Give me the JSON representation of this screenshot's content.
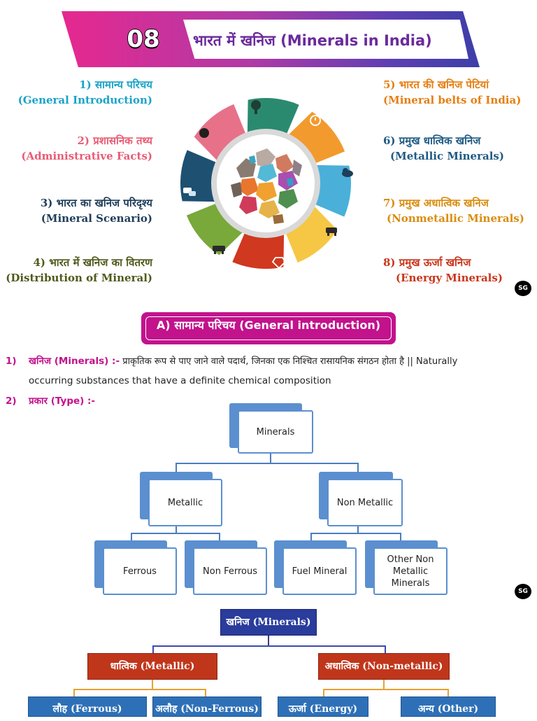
{
  "header": {
    "number": "08",
    "title": "भारत में खनिज (Minerals in India)"
  },
  "topics_left": [
    {
      "hi": "1) सामान्य परिचय",
      "en": "(General Introduction)",
      "color": "#1aa3c9"
    },
    {
      "hi": "2) प्रशासनिक तथ्य",
      "en": "(Administrative Facts)",
      "color": "#e85c74"
    },
    {
      "hi": "3) भारत का खनिज परिदृश्य",
      "en": "(Mineral Scenario)",
      "color": "#1f3e5a"
    },
    {
      "hi": "4) भारत में खनिज का वितरण",
      "en": "(Distribution of Mineral)",
      "color": "#4f5a1c"
    }
  ],
  "topics_right": [
    {
      "hi": "5) भारत की खनिज पेटियां",
      "en": "(Mineral belts of India)",
      "color": "#e67e12"
    },
    {
      "hi": "6) प्रमुख धात्विक खनिज",
      "en": "(Metallic Minerals)",
      "color": "#1f5a82"
    },
    {
      "hi": "7) प्रमुख अधात्विक खनिज",
      "en": "(Nonmetallic Minerals)",
      "color": "#d98c0f"
    },
    {
      "hi": "8) प्रमुख ऊर्जा खनिज",
      "en": "(Energy Minerals)",
      "color": "#c9361c"
    }
  ],
  "wheel_segments": [
    {
      "icon": "tree-icon",
      "color": "#2a8a6f"
    },
    {
      "icon": "alarm-icon",
      "color": "#f29a2e"
    },
    {
      "icon": "cloud-icon",
      "color": "#4ab0d9"
    },
    {
      "icon": "cow-icon",
      "color": "#f6c744"
    },
    {
      "icon": "diamond-icon",
      "color": "#d0381f"
    },
    {
      "icon": "bull-icon",
      "color": "#78a93a"
    },
    {
      "icon": "chat-icon",
      "color": "#1e5071"
    },
    {
      "icon": "head-icon",
      "color": "#e8718a"
    }
  ],
  "watermark": "SG",
  "section_a": {
    "heading": "A) सामान्य परिचय (General introduction)",
    "points": [
      {
        "num": "1)",
        "term": "खनिज (Minerals) :-",
        "text_line1": " प्राकृतिक रूप से पाए जाने वाले पदार्थ, जिनका एक निश्चित रासायनिक संगठन होता है || Naturally",
        "text_line2": "occurring substances that have a definite chemical composition"
      },
      {
        "num": "2)",
        "term": "प्रकार (Type) :-"
      }
    ]
  },
  "chart1": {
    "root": "Minerals",
    "level1": [
      "Metallic",
      "Non Metallic"
    ],
    "level2": [
      "Ferrous",
      "Non Ferrous",
      "Fuel Mineral",
      "Other Non Metallic Minerals"
    ]
  },
  "chart2": {
    "root": "खनिज (Minerals)",
    "level1": [
      "धात्विक  (Metallic)",
      "अधात्विक (Non-metallic)"
    ],
    "level2": [
      "लौह (Ferrous)",
      "अलौह (Non-Ferrous)",
      "ऊर्जा (Energy)",
      "अन्य (Other)"
    ]
  },
  "colors": {
    "magenta": "#c2128c",
    "chart_blue": "#5b8fcf",
    "chart2_navy": "#2a3c9c",
    "chart2_red": "#c0361b",
    "chart2_blue": "#2e70b7"
  }
}
